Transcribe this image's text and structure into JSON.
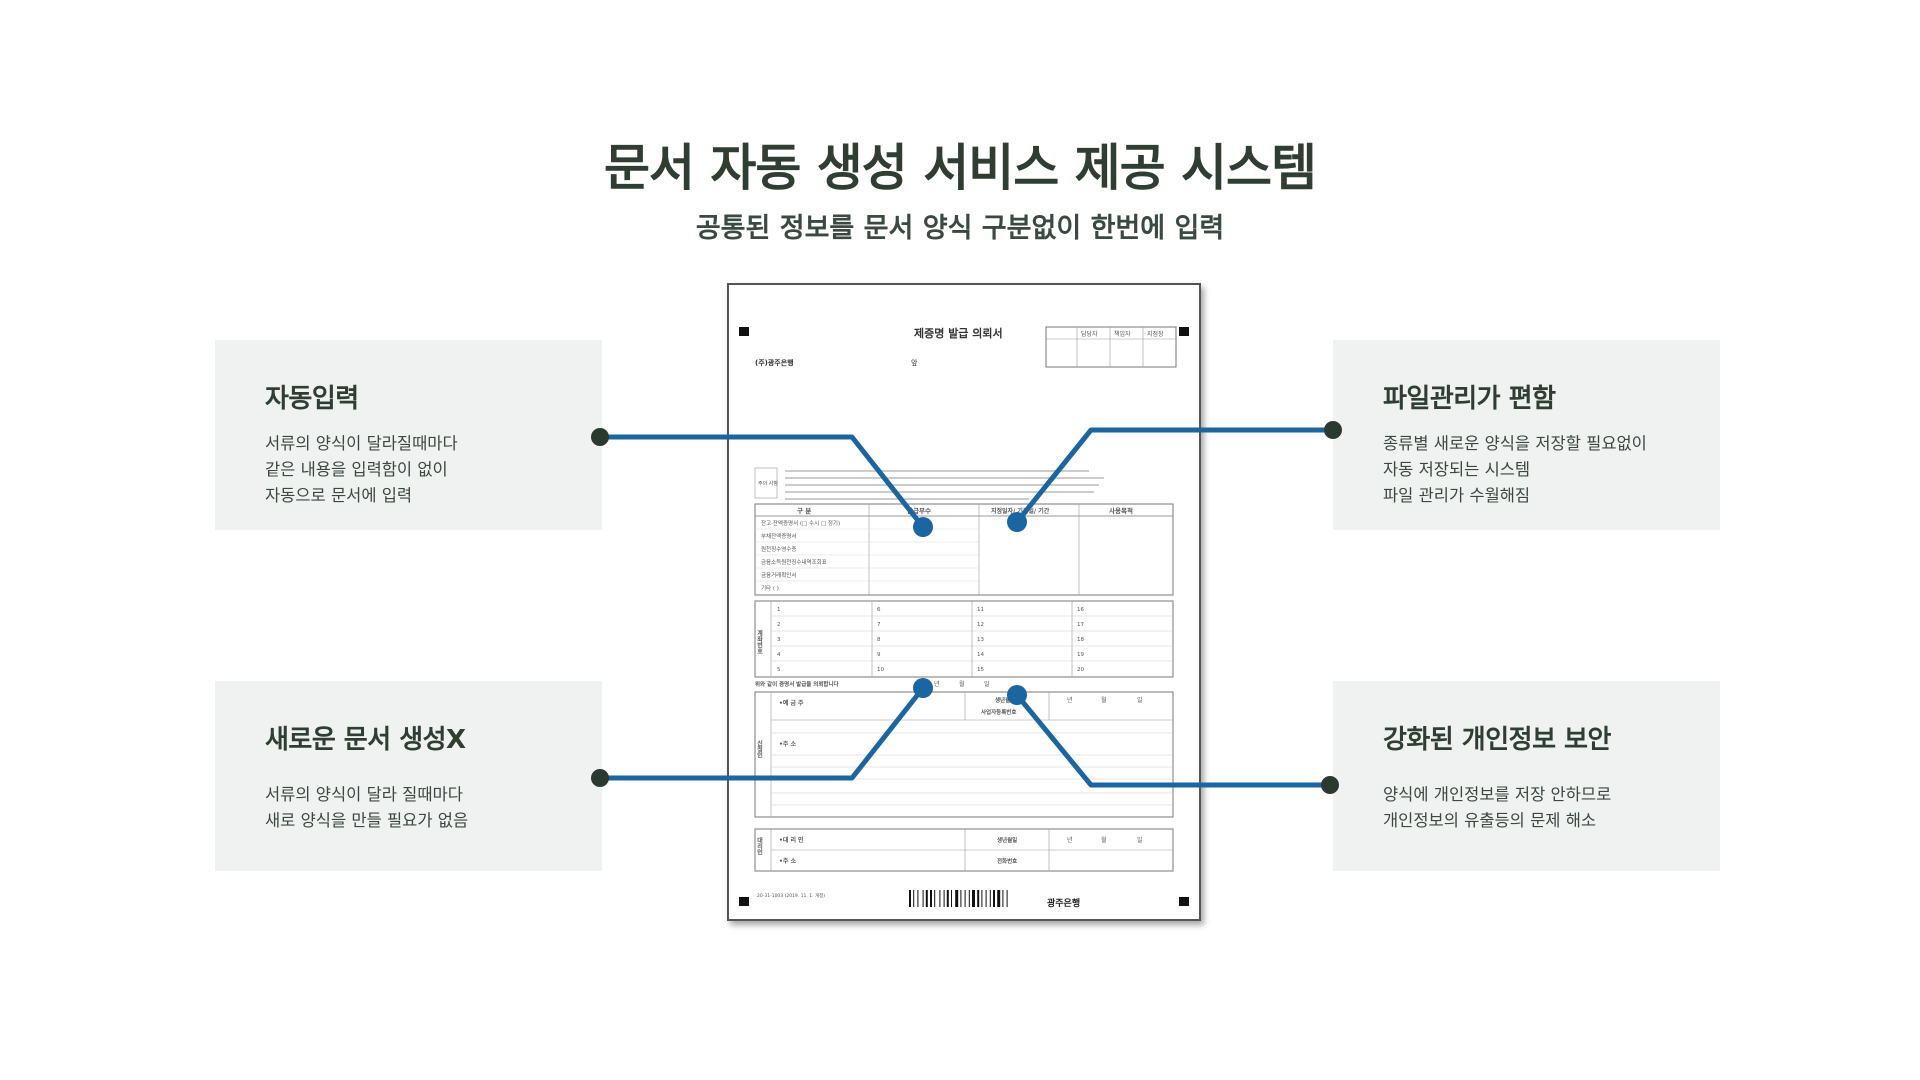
{
  "header": {
    "title": "문서 자동 생성 서비스 제공 시스템",
    "subtitle": "공통된 정보를 문서 양식 구분없이 한번에 입력"
  },
  "features": [
    {
      "title": "자동입력",
      "lines": [
        "서류의 양식이 달라질때마다",
        "같은 내용을 입력함이 없이",
        "자동으로 문서에 입력"
      ]
    },
    {
      "title": "파일관리가 편함",
      "lines": [
        "종류별 새로운 양식을 저장할 필요없이",
        "자동 저장되는 시스템",
        "파일 관리가 수월해짐"
      ]
    },
    {
      "title": "새로운 문서 생성X",
      "lines": [
        "서류의 양식이 달라 질때마다",
        "새로 양식을 만들 필요가 없음"
      ]
    },
    {
      "title": "강화된 개인정보 보안",
      "lines": [
        "양식에 개인정보를 저장 안하므로",
        "개인정보의 유출등의 문제 해소"
      ]
    }
  ],
  "document": {
    "form_title": "제증명 발급 의뢰서",
    "bank_name": "(주)광주은행",
    "recipient": "앞",
    "approval_headers": [
      "담당자",
      "책임자",
      "지점장"
    ],
    "notice_label": "주의 사항",
    "table_headers": [
      "구  분",
      "발급부수",
      "지정일자/ 기준일/ 기간",
      "사용목적"
    ],
    "rows": [
      "잔고·잔액증명서 (□ 수시 □ 정기)",
      "부채잔액증명서",
      "원천징수영수증",
      "금융소득원천징수내역조회표",
      "금융거래확인서",
      "기타 (               )"
    ],
    "account_label": "계좌번호",
    "account_numbers": [
      "1",
      "2",
      "3",
      "4",
      "5",
      "6",
      "7",
      "8",
      "9",
      "10",
      "11",
      "12",
      "13",
      "14",
      "15",
      "16",
      "17",
      "18",
      "19",
      "20"
    ],
    "request_line": "위와 같이 증명서 발급을 의뢰합니다",
    "date_labels": [
      "년",
      "월",
      "일"
    ],
    "applicant_label": "신청인",
    "depositor_label": "•예 금 주",
    "birth_label": "생년월일",
    "bizno_label": "사업자등록번호",
    "address_label": "•주  소",
    "agent_label": "대리인",
    "agent_name_label": "•대 리 인",
    "phone_label": "전화번호",
    "bank_footer": "광주은행",
    "form_code": "20-31-1003 (2019. 11. 1. 개정)"
  },
  "colors": {
    "accent_line": "#1a66a3",
    "node_dot": "#2b3a30",
    "card_bg": "#eff2f0",
    "title_text": "#2f3d33"
  }
}
